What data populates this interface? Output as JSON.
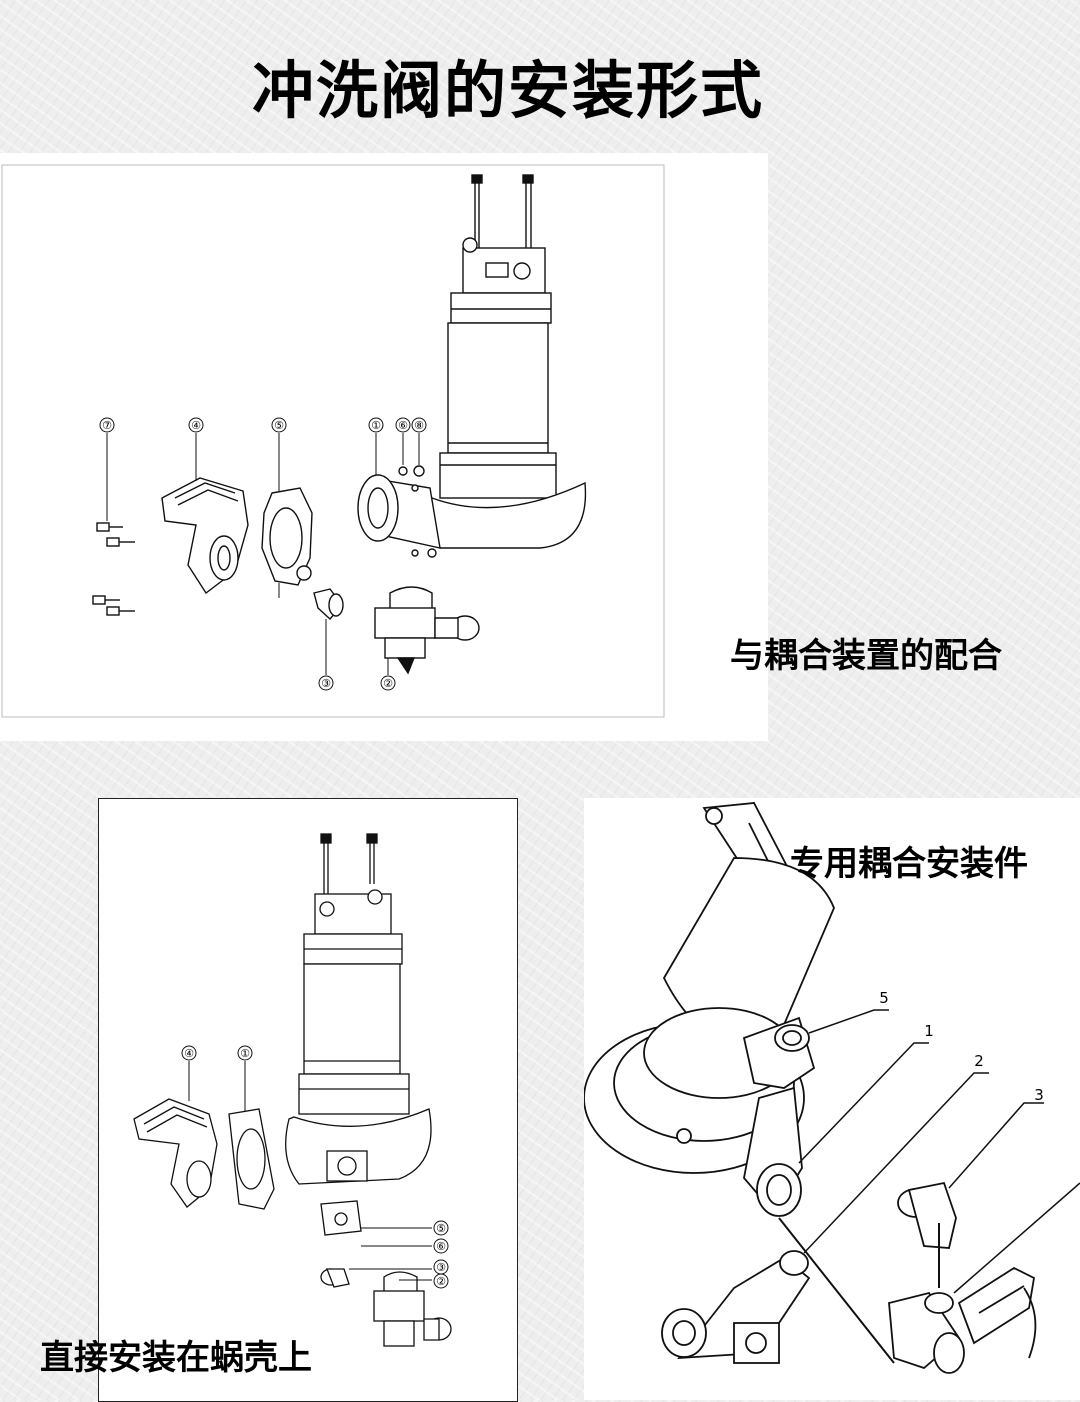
{
  "page": {
    "title": "冲洗阀的安装形式"
  },
  "top_panel": {
    "caption": "与耦合装置的配合",
    "callouts": [
      "⑦",
      "④",
      "⑤",
      "①",
      "⑥",
      "⑧",
      "③",
      "②"
    ]
  },
  "bottom_left_panel": {
    "caption": "直接安装在蜗壳上",
    "callouts": [
      "④",
      "①",
      "⑤",
      "⑥",
      "③",
      "②"
    ]
  },
  "bottom_right_panel": {
    "caption": "专用耦合安装件",
    "callouts": [
      "5",
      "1",
      "2",
      "3"
    ]
  }
}
